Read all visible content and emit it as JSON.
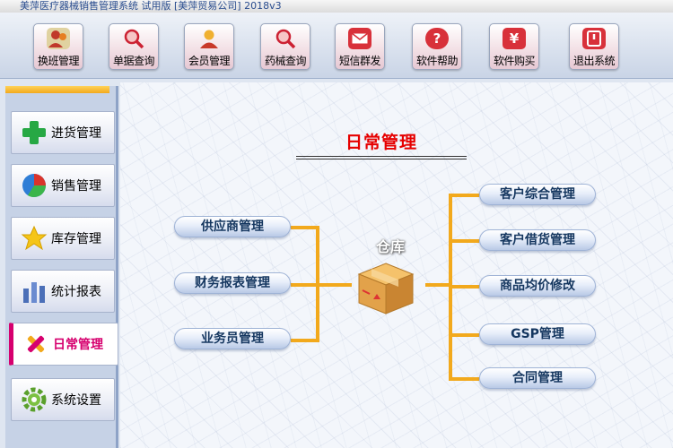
{
  "window": {
    "title": "美萍医疗器械销售管理系统 试用版 [美萍贸易公司] 2018v3"
  },
  "toolbar": {
    "buttons": [
      {
        "label": "换班管理",
        "icon": "person-swap-icon",
        "color": "#d2452f"
      },
      {
        "label": "单据查询",
        "icon": "magnifier-icon",
        "color": "#cc3344"
      },
      {
        "label": "会员管理",
        "icon": "member-icon",
        "color": "#c83a2a"
      },
      {
        "label": "药械查询",
        "icon": "magnifier-icon",
        "color": "#cc3344"
      },
      {
        "label": "短信群发",
        "icon": "envelope-icon",
        "color": "#d8313a"
      },
      {
        "label": "软件帮助",
        "icon": "help-icon",
        "color": "#d8313a"
      },
      {
        "label": "软件购买",
        "icon": "yen-icon",
        "color": "#d8313a"
      },
      {
        "label": "退出系统",
        "icon": "power-icon",
        "color": "#d8313a"
      }
    ]
  },
  "sidebar": {
    "items": [
      {
        "label": "进货管理",
        "icon": "green-plus-icon"
      },
      {
        "label": "销售管理",
        "icon": "pie-chart-icon"
      },
      {
        "label": "库存管理",
        "icon": "star-icon"
      },
      {
        "label": "统计报表",
        "icon": "bar-chart-icon"
      },
      {
        "label": "日常管理",
        "icon": "tools-icon",
        "active": true
      },
      {
        "label": "系统设置",
        "icon": "gear-icon"
      }
    ]
  },
  "main": {
    "title": "日常管理",
    "center_label": "仓库",
    "center_icon": "warehouse-box-icon",
    "left_buttons": [
      "供应商管理",
      "财务报表管理",
      "业务员管理"
    ],
    "right_buttons": [
      "客户综合管理",
      "客户借货管理",
      "商品均价修改",
      "GSP管理",
      "合同管理"
    ]
  },
  "colors": {
    "accent": "#f2a91c",
    "title_red": "#e60000",
    "active_magenta": "#d6006e",
    "button_text": "#14365f"
  }
}
